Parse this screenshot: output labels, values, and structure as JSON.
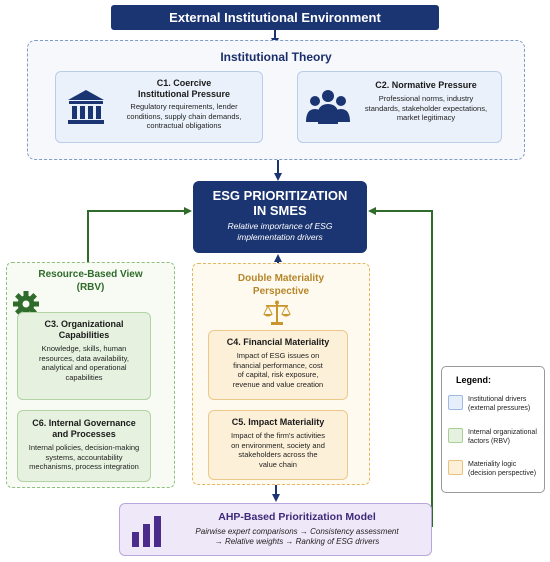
{
  "top_banner": "External Institutional Environment",
  "institutional_theory": {
    "title": "Institutional Theory",
    "c1": {
      "title_line1": "C1. Coercive",
      "title_line2": "Institutional Pressure",
      "body": [
        "Regulatory requirements, lender",
        "conditions, supply chain demands,",
        "contractual obligations"
      ],
      "icon": "building-columns-icon"
    },
    "c2": {
      "title": "C2. Normative Pressure",
      "body": [
        "Professional norms, industry",
        "standards, stakeholder expectations,",
        "market legitimacy"
      ],
      "icon": "people-group-icon"
    }
  },
  "esg": {
    "title_line1": "ESG PRIORITIZATION",
    "title_line2": "IN SMES",
    "subtitle_line1": "Relative importance of ESG",
    "subtitle_line2": "implementation drivers"
  },
  "rbv": {
    "title_line1": "Resource-Based View",
    "title_line2": "(RBV)",
    "icon": "gear-icon",
    "c3": {
      "title_line1": "C3. Organizational",
      "title_line2": "Capabilities",
      "body": [
        "Knowledge, skills, human",
        "resources, data availability,",
        "analytical and operational",
        "capabilities"
      ]
    },
    "c6": {
      "title_line1": "C6. Internal Governance",
      "title_line2": "and Processes",
      "body": [
        "Internal policies, decision-making",
        "systems, accountability",
        "mechanisms, process integration"
      ]
    }
  },
  "double_materiality": {
    "title_line1": "Double Materiality",
    "title_line2": "Perspective",
    "icon": "balance-scale-icon",
    "c4": {
      "title": "C4. Financial Materiality",
      "body": [
        "Impact of ESG issues on",
        "financial performance, cost",
        "of capital, risk exposure,",
        "revenue and value creation"
      ]
    },
    "c5": {
      "title": "C5. Impact Materiality",
      "body": [
        "Impact of the firm's activities",
        "on environment, society and",
        "stakeholders across the",
        "value chain"
      ]
    }
  },
  "ahp": {
    "title": "AHP-Based Prioritization Model",
    "line1": "Pairwise expert comparisons → Consistency assessment",
    "line2": "→ Relative weights → Ranking of ESG drivers",
    "icon": "bar-chart-icon"
  },
  "legend": {
    "title": "Legend:",
    "items": [
      {
        "label_line1": "Institutional drivers",
        "label_line2": "(external pressures)",
        "color": "#e6eefa",
        "border": "#9fbbe0"
      },
      {
        "label_line1": "Internal organizational",
        "label_line2": "factors (RBV)",
        "color": "#e6f2df",
        "border": "#a9cf98"
      },
      {
        "label_line1": "Materiality logic",
        "label_line2": "(decision perspective)",
        "color": "#fdf0d8",
        "border": "#e8c27e"
      }
    ]
  },
  "colors": {
    "navy": "#1b3472",
    "green_arrow": "#2f6b2a",
    "brown_arrow": "#7a4a1e"
  }
}
